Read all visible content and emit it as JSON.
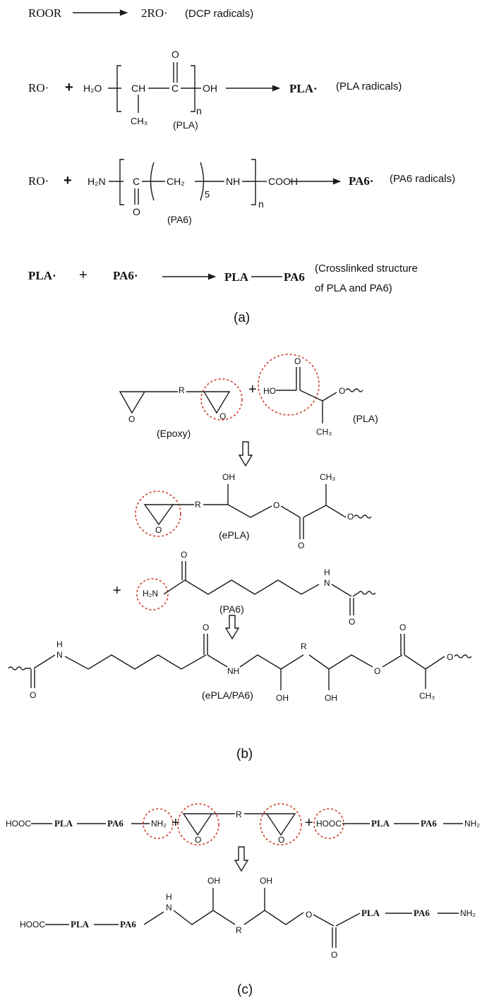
{
  "colors": {
    "highlight": "#d23a2a",
    "ink": "#111111"
  },
  "panel_a": {
    "r1_lhs": "ROOR",
    "r1_rhs": "2RO·",
    "r1_note": "(DCP radicals)",
    "r2_lhs": "RO·",
    "r2_plus": "+",
    "r2_h2o": "H₂O",
    "r2_ch": "CH",
    "r2_c": "C",
    "r2_o": "O",
    "r2_ch3": "CH₃",
    "r2_oh": "OH",
    "r2_n": "n",
    "r2_label": "(PLA)",
    "r2_product": "PLA·",
    "r2_note": "(PLA radicals)",
    "r3_lhs": "RO·",
    "r3_plus": "+",
    "r3_h2n": "H₂N",
    "r3_c": "C",
    "r3_o": "O",
    "r3_ch2": "CH₂",
    "r3_five": "5",
    "r3_nh": "NH",
    "r3_n": "n",
    "r3_cooh": "COOH",
    "r3_label": "(PA6)",
    "r3_product": "PA6·",
    "r3_note": "(PA6 radicals)",
    "r4_pla": "PLA·",
    "r4_plus": "+",
    "r4_pa6": "PA6·",
    "r4_prod_pla": "PLA",
    "r4_prod_pa6": "PA6",
    "r4_note1": "(Crosslinked structure",
    "r4_note2": "of PLA and PA6)",
    "caption": "(a)"
  },
  "panel_b": {
    "epoxy_o1": "O",
    "epoxy_r": "R",
    "epoxy_o2": "O",
    "epoxy_label": "(Epoxy)",
    "plus1": "+",
    "pla_ho": "HO",
    "pla_o_top": "O",
    "pla_o": "O",
    "pla_ch3": "CH₃",
    "pla_label": "(PLA)",
    "epla_o_ring": "O",
    "epla_r": "R",
    "epla_oh": "OH",
    "epla_o": "O",
    "epla_o_carb": "O",
    "epla_ch3": "CH₃",
    "epla_o2": "O",
    "epla_label": "(ePLA)",
    "plus2": "+",
    "pa6_h2n": "H₂N",
    "pa6_o": "O",
    "pa6_h": "H",
    "pa6_n": "N",
    "pa6_o2": "O",
    "pa6_label": "(PA6)",
    "prod_h": "H",
    "prod_n": "N",
    "prod_o1": "O",
    "prod_o2": "O",
    "prod_nh": "NH",
    "prod_r": "R",
    "prod_o3": "O",
    "prod_o4": "O",
    "prod_oh1": "OH",
    "prod_oh2": "OH",
    "prod_ch3": "CH₃",
    "prod_label": "(ePLA/PA6)",
    "caption": "(b)"
  },
  "panel_c": {
    "l_hooc": "HOOC",
    "l_pla": "PLA",
    "l_pa6": "PA6",
    "l_nh2": "NH₂",
    "plus1": "+",
    "ep_o1": "O",
    "ep_r": "R",
    "ep_o2": "O",
    "plus2": "+",
    "r_hooc": "HOOC",
    "r_pla": "PLA",
    "r_pa6": "PA6",
    "r_nh2": "NH₂",
    "p_hooc": "HOOC",
    "p_pla": "PLA",
    "p_pa6": "PA6",
    "p_h": "H",
    "p_n": "N",
    "p_oh1": "OH",
    "p_oh2": "OH",
    "p_r": "R",
    "p_o": "O",
    "p_o_carb": "O",
    "p_pla2": "PLA",
    "p_pa6_2": "PA6",
    "p_nh2": "NH₂",
    "caption": "(c)"
  }
}
